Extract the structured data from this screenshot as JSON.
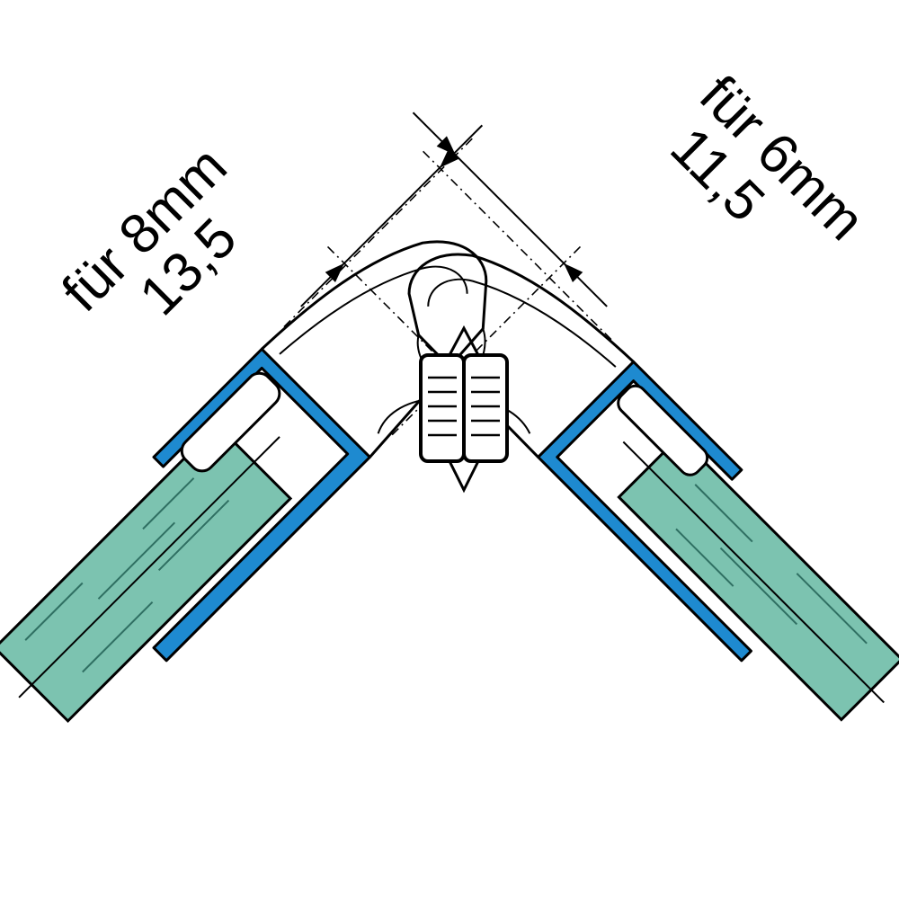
{
  "left": {
    "glass_label": "für 8mm",
    "dimension": "13,5"
  },
  "right": {
    "glass_label": "für 6mm",
    "dimension": "11,5"
  },
  "colors": {
    "glass": "#7cc3b0",
    "profile": "#1e8ad0",
    "outline": "#000000",
    "background": "#ffffff"
  }
}
